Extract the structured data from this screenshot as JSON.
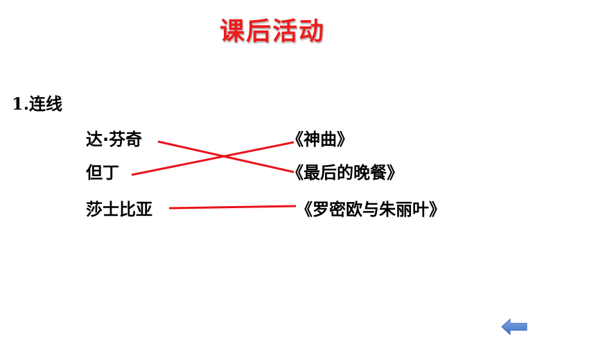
{
  "title": "课后活动",
  "question": "1.连线",
  "left_items": [
    "达·芬奇",
    "但丁",
    "莎士比亚"
  ],
  "right_items": [
    "《神曲》",
    "《最后的晚餐》",
    "《罗密欧与朱丽叶》"
  ],
  "colors": {
    "title": "#ee1c1c",
    "line": "#e8141c",
    "nav_arrow": "#5b8ed6"
  },
  "icons": {
    "back": "back-arrow-icon"
  }
}
